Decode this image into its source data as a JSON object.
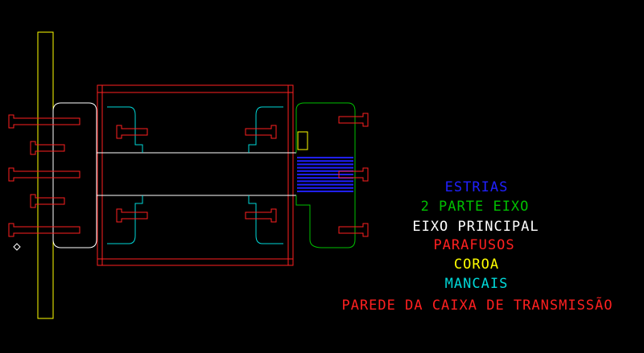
{
  "colors": {
    "background": "#000000",
    "yellow": "#ffff00",
    "red": "#ff2020",
    "white": "#ffffff",
    "cyan": "#00d8d8",
    "green": "#00c000",
    "blue": "#2020ff"
  },
  "legend": [
    {
      "label": "ESTRIAS",
      "color": "#2020ff"
    },
    {
      "label": "2 PARTE EIXO",
      "color": "#00c000"
    },
    {
      "label": "EIXO PRINCIPAL",
      "color": "#ffffff"
    },
    {
      "label": "PARAFUSOS",
      "color": "#ff2020"
    },
    {
      "label": "COROA",
      "color": "#ffff00"
    },
    {
      "label": "MANCAIS",
      "color": "#00d8d8"
    },
    {
      "label": "PAREDE DA CAIXA DE TRANSMISSÃO",
      "color": "#ff2020"
    }
  ]
}
